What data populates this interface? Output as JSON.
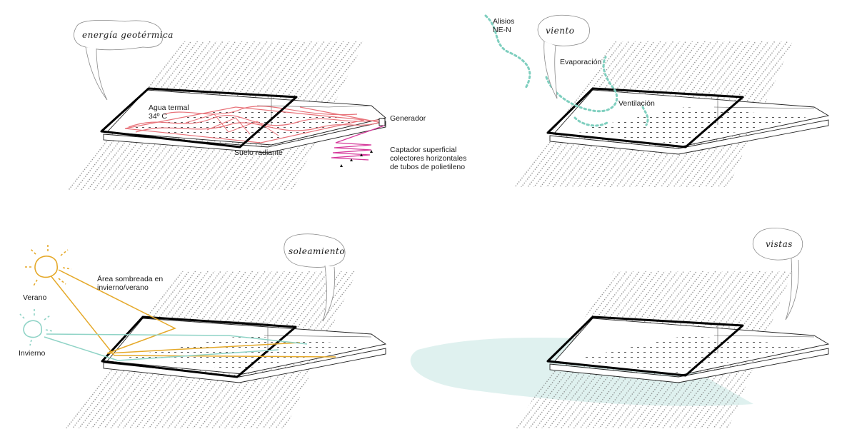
{
  "colors": {
    "geothermal_pipe": "#e8737a",
    "collector_pipe": "#d6399b",
    "wind": "#7fcfbf",
    "summer_sun": "#e5a92a",
    "winter_sun": "#8fd3c6",
    "view_area": "#dff1ef",
    "roof_outline": "#000000",
    "hatch": "#7a7a7a"
  },
  "panels": {
    "geothermal": {
      "title": "energía geotérmica",
      "labels": {
        "thermal_water": "Agua termal",
        "temperature": "34º C",
        "generator": "Generador",
        "radiant_floor": "Suelo radiante",
        "collector_line1": "Captador superficial",
        "collector_line2": "colectores horizontales",
        "collector_line3": "de tubos de polietileno"
      }
    },
    "wind": {
      "title": "viento",
      "labels": {
        "trade_winds_line1": "Alisios",
        "trade_winds_line2": "NE-N",
        "evaporation": "Evaporación",
        "ventilation": "Ventilación"
      }
    },
    "sun": {
      "title": "soleamiento",
      "labels": {
        "summer": "Verano",
        "winter": "Invierno",
        "shaded_line1": "Área sombreada en",
        "shaded_line2": "invierno/verano"
      }
    },
    "views": {
      "title": "vistas"
    }
  }
}
